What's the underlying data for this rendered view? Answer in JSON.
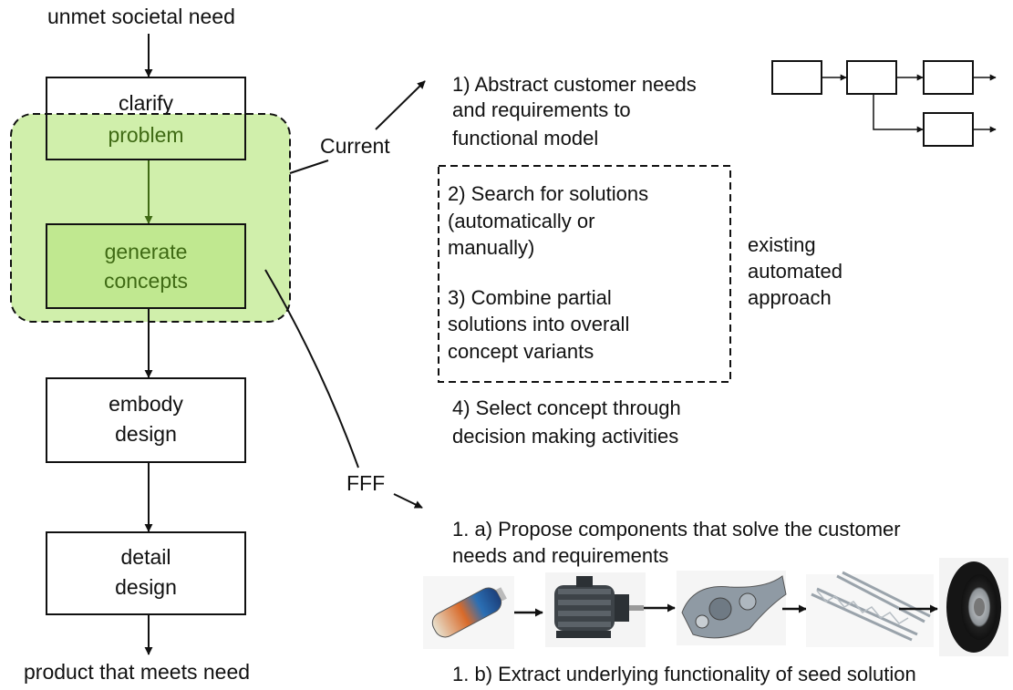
{
  "flow": {
    "input": "unmet societal need",
    "output": "product that meets need",
    "clarify_1": "clarify",
    "clarify_2": "problem",
    "generate_1": "generate",
    "generate_2": "concepts",
    "embody_1": "embody",
    "embody_2": "design",
    "detail_1": "detail",
    "detail_2": "design"
  },
  "branches": {
    "current": "Current",
    "fff": "FFF"
  },
  "current_steps": {
    "s1_1": "1) Abstract customer needs",
    "s1_2": "and requirements to",
    "s1_3": "functional model",
    "s2_1": "2) Search for solutions",
    "s2_2": "(automatically or",
    "s2_3": "manually)",
    "s3_1": "3) Combine partial",
    "s3_2": "solutions into overall",
    "s3_3": "concept variants",
    "s4_1": "4) Select concept through",
    "s4_2": "decision making activities"
  },
  "existing": {
    "l1": "existing",
    "l2": "automated",
    "l3": "approach"
  },
  "fff_steps": {
    "a1": "1. a) Propose components that solve the customer",
    "a2": "needs and requirements",
    "b1": "1. b) Extract underlying functionality of seed solution"
  },
  "component_chain": [
    "battery-image",
    "electric-motor-image",
    "transmission-image",
    "truss-beam-image",
    "tire-image"
  ],
  "colors": {
    "highlight_fill": "#c8ec9c",
    "highlight_text": "#3f6a14",
    "line": "#111111"
  }
}
